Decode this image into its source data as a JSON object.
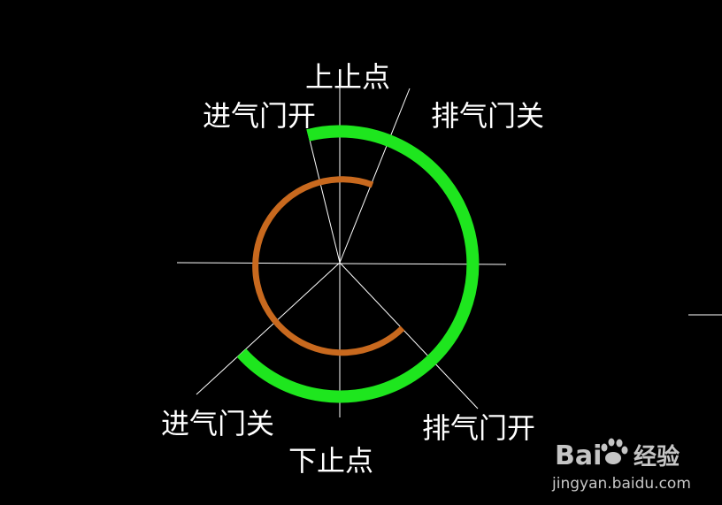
{
  "labels": {
    "tdc": "上止点",
    "bdc": "下止点",
    "intake_open": "进气门开",
    "intake_close": "进气门关",
    "exhaust_open": "排气门开",
    "exhaust_close": "排气门关"
  },
  "colors": {
    "background": "#000000",
    "line": "#ffffff",
    "exhaust_arc": "#1ee61e",
    "intake_arc": "#c8691e"
  },
  "watermark": {
    "brand_prefix": "Bai",
    "brand_suffix": "经验",
    "url": "jingyan.baidu.com"
  }
}
